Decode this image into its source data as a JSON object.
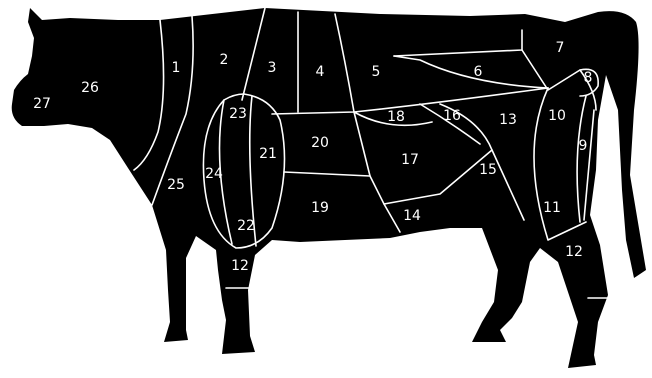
{
  "diagram": {
    "silhouette_color": "#000000",
    "line_color": "#ffffff",
    "cuts": [
      {
        "id": "cut-1",
        "label": "1"
      },
      {
        "id": "cut-2",
        "label": "2"
      },
      {
        "id": "cut-3",
        "label": "3"
      },
      {
        "id": "cut-4",
        "label": "4"
      },
      {
        "id": "cut-5",
        "label": "5"
      },
      {
        "id": "cut-6",
        "label": "6"
      },
      {
        "id": "cut-7",
        "label": "7"
      },
      {
        "id": "cut-8",
        "label": "8"
      },
      {
        "id": "cut-9",
        "label": "9"
      },
      {
        "id": "cut-10",
        "label": "10"
      },
      {
        "id": "cut-11",
        "label": "11"
      },
      {
        "id": "cut-12-hind",
        "label": "12"
      },
      {
        "id": "cut-12-fore",
        "label": "12"
      },
      {
        "id": "cut-13",
        "label": "13"
      },
      {
        "id": "cut-14",
        "label": "14"
      },
      {
        "id": "cut-15",
        "label": "15"
      },
      {
        "id": "cut-16",
        "label": "16"
      },
      {
        "id": "cut-17",
        "label": "17"
      },
      {
        "id": "cut-18",
        "label": "18"
      },
      {
        "id": "cut-19",
        "label": "19"
      },
      {
        "id": "cut-20",
        "label": "20"
      },
      {
        "id": "cut-21",
        "label": "21"
      },
      {
        "id": "cut-22",
        "label": "22"
      },
      {
        "id": "cut-23",
        "label": "23"
      },
      {
        "id": "cut-24",
        "label": "24"
      },
      {
        "id": "cut-25",
        "label": "25"
      },
      {
        "id": "cut-26",
        "label": "26"
      },
      {
        "id": "cut-27",
        "label": "27"
      }
    ]
  }
}
